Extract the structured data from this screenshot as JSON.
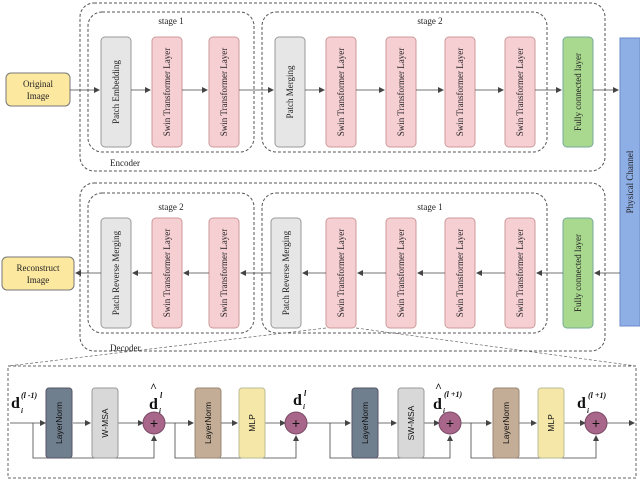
{
  "input": {
    "label_line1": "Original",
    "label_line2": "Image"
  },
  "output": {
    "label_line1": "Reconstruct",
    "label_line2": "Image"
  },
  "encoder": {
    "label": "Encoder",
    "stage1": {
      "title": "stage 1",
      "blocks": [
        "Patch Embedding",
        "Swin Transformer Layer",
        "Swin Transformer Layer"
      ]
    },
    "stage2": {
      "title": "stage 2",
      "blocks": [
        "Patch Merging",
        "Swin Transformer Layer",
        "Swin Transformer Layer",
        "Swin Transformer Layer",
        "Swin Transformer Layer"
      ]
    },
    "fc": "Fully connected layer"
  },
  "decoder": {
    "label": "Decoder",
    "stage2": {
      "title": "stage 2",
      "blocks": [
        "Patch Reverse Merging",
        "Swin Transformer Layer",
        "Swin Transformer Layer"
      ]
    },
    "stage1": {
      "title": "stage 1",
      "blocks": [
        "Patch Reverse Merging",
        "Swin Transformer Layer",
        "Swin Transformer Layer",
        "Swin Transformer Layer",
        "Swin Transformer Layer"
      ]
    },
    "fc": "Fully connected layer"
  },
  "channel": {
    "label": "Physical Channel"
  },
  "detail": {
    "layer_norm": "LayerNorm",
    "w_msa": "W-MSA",
    "sw_msa": "SW-MSA",
    "mlp": "MLP",
    "plus": "+",
    "sym_base": "d",
    "sym_sub": "i",
    "sym_l": "l",
    "sup_prev": "(l -1)",
    "sup_next": "(l +1)"
  },
  "colors": {
    "input_fill": "#fde8a0",
    "gray_fill": "#e6e6e6",
    "pink_fill": "#f6cfd3",
    "green_fill": "#a9d88f",
    "channel_fill": "#8eaee6",
    "layernorm_fill": "#6f7f8e",
    "attn_fill": "#d8d8d8",
    "norm2_fill": "#c4ad96",
    "mlp_fill": "#f5e7a8",
    "plus_fill": "#a8678a"
  }
}
